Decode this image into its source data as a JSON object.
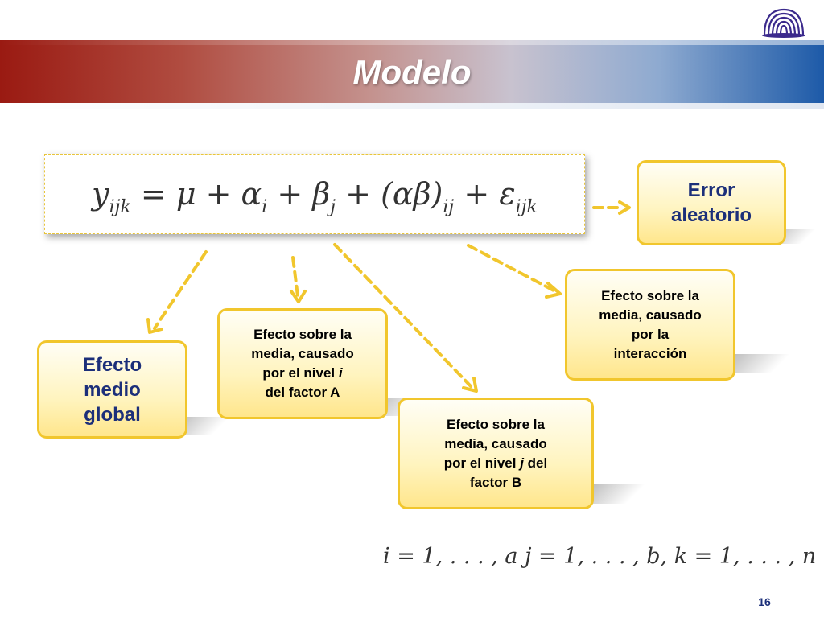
{
  "slide": {
    "title": "Modelo",
    "page_number": "16"
  },
  "equation": {
    "y": "y",
    "y_sub": "ijk",
    "mu": "μ",
    "alpha": "α",
    "alpha_sub": "i",
    "beta": "β",
    "beta_sub": "j",
    "interaction": "(αβ)",
    "interaction_sub": "ij",
    "epsilon": "ε",
    "epsilon_sub": "ijk"
  },
  "boxes": {
    "error": {
      "line1": "Error",
      "line2": "aleatorio"
    },
    "global": {
      "line1": "Efecto",
      "line2": "medio",
      "line3": "global"
    },
    "factor_a": {
      "line1": "Efecto sobre la",
      "line2": "media, causado",
      "line3a": "por el nivel ",
      "line3b": "i",
      "line4": "del factor A"
    },
    "factor_b": {
      "line1": "Efecto sobre la",
      "line2": "media, causado",
      "line3a": "por el nivel ",
      "line3b": "j",
      "line3c": " del",
      "line4": "factor B"
    },
    "interaction": {
      "line1": "Efecto sobre la",
      "line2": "media, causado",
      "line3": "por la",
      "line4": "interacción"
    }
  },
  "conditions": "i = 1, . . . , a  j = 1, . . . , b,  k = 1, . . . , n",
  "colors": {
    "arrow": "#f1c62d",
    "box_border": "#f1c62d",
    "heading_blue": "#1c2f7a"
  }
}
